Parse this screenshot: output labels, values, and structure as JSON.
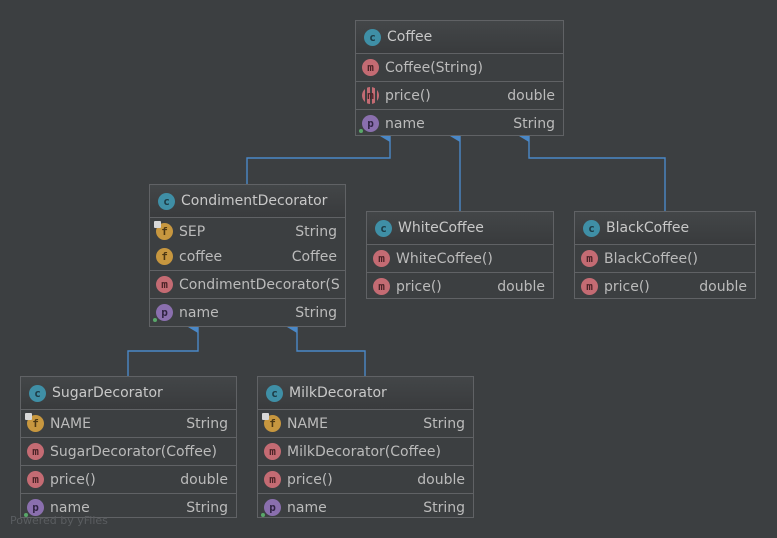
{
  "colors": {
    "background": "#3c3f41",
    "border": "#606265",
    "text": "#bbbbbb",
    "edge": "#4a88c7",
    "class_icon": "#3f8fa6",
    "method_icon": "#c46b73",
    "field_icon": "#c7973f",
    "property_icon": "#8a6fae"
  },
  "classes": {
    "coffee": {
      "name": "Coffee",
      "icon": "class-icon",
      "constructors": [
        {
          "name": "Coffee(String)",
          "icon": "method-icon"
        }
      ],
      "methods": [
        {
          "name": "price()",
          "type": "double",
          "icon": "abstract-method-icon"
        }
      ],
      "properties": [
        {
          "name": "name",
          "type": "String",
          "icon": "property-icon"
        }
      ]
    },
    "condiment_decorator": {
      "name": "CondimentDecorator",
      "icon": "class-icon",
      "fields": [
        {
          "name": "SEP",
          "type": "String",
          "icon": "static-field-icon"
        },
        {
          "name": "coffee",
          "type": "Coffee",
          "icon": "field-icon"
        }
      ],
      "constructors": [
        {
          "name": "CondimentDecorator(S",
          "icon": "method-icon"
        }
      ],
      "properties": [
        {
          "name": "name",
          "type": "String",
          "icon": "property-icon"
        }
      ]
    },
    "white_coffee": {
      "name": "WhiteCoffee",
      "icon": "class-icon",
      "constructors": [
        {
          "name": "WhiteCoffee()",
          "icon": "method-icon"
        }
      ],
      "methods": [
        {
          "name": "price()",
          "type": "double",
          "icon": "method-icon"
        }
      ]
    },
    "black_coffee": {
      "name": "BlackCoffee",
      "icon": "class-icon",
      "constructors": [
        {
          "name": "BlackCoffee()",
          "icon": "method-icon"
        }
      ],
      "methods": [
        {
          "name": "price()",
          "type": "double",
          "icon": "method-icon"
        }
      ]
    },
    "sugar_decorator": {
      "name": "SugarDecorator",
      "icon": "class-icon",
      "fields": [
        {
          "name": "NAME",
          "type": "String",
          "icon": "static-field-icon"
        }
      ],
      "constructors": [
        {
          "name": "SugarDecorator(Coffee)",
          "icon": "method-icon"
        }
      ],
      "methods": [
        {
          "name": "price()",
          "type": "double",
          "icon": "method-icon"
        }
      ],
      "properties": [
        {
          "name": "name",
          "type": "String",
          "icon": "property-icon"
        }
      ]
    },
    "milk_decorator": {
      "name": "MilkDecorator",
      "icon": "class-icon",
      "fields": [
        {
          "name": "NAME",
          "type": "String",
          "icon": "static-field-icon"
        }
      ],
      "constructors": [
        {
          "name": "MilkDecorator(Coffee)",
          "icon": "method-icon"
        }
      ],
      "methods": [
        {
          "name": "price()",
          "type": "double",
          "icon": "method-icon"
        }
      ],
      "properties": [
        {
          "name": "name",
          "type": "String",
          "icon": "property-icon"
        }
      ]
    }
  },
  "edges": [
    {
      "from": "condiment_decorator",
      "to": "coffee",
      "kind": "inheritance"
    },
    {
      "from": "white_coffee",
      "to": "coffee",
      "kind": "inheritance"
    },
    {
      "from": "black_coffee",
      "to": "coffee",
      "kind": "inheritance"
    },
    {
      "from": "sugar_decorator",
      "to": "condiment_decorator",
      "kind": "inheritance"
    },
    {
      "from": "milk_decorator",
      "to": "condiment_decorator",
      "kind": "inheritance"
    }
  ],
  "watermark": "Powered by yFiles"
}
